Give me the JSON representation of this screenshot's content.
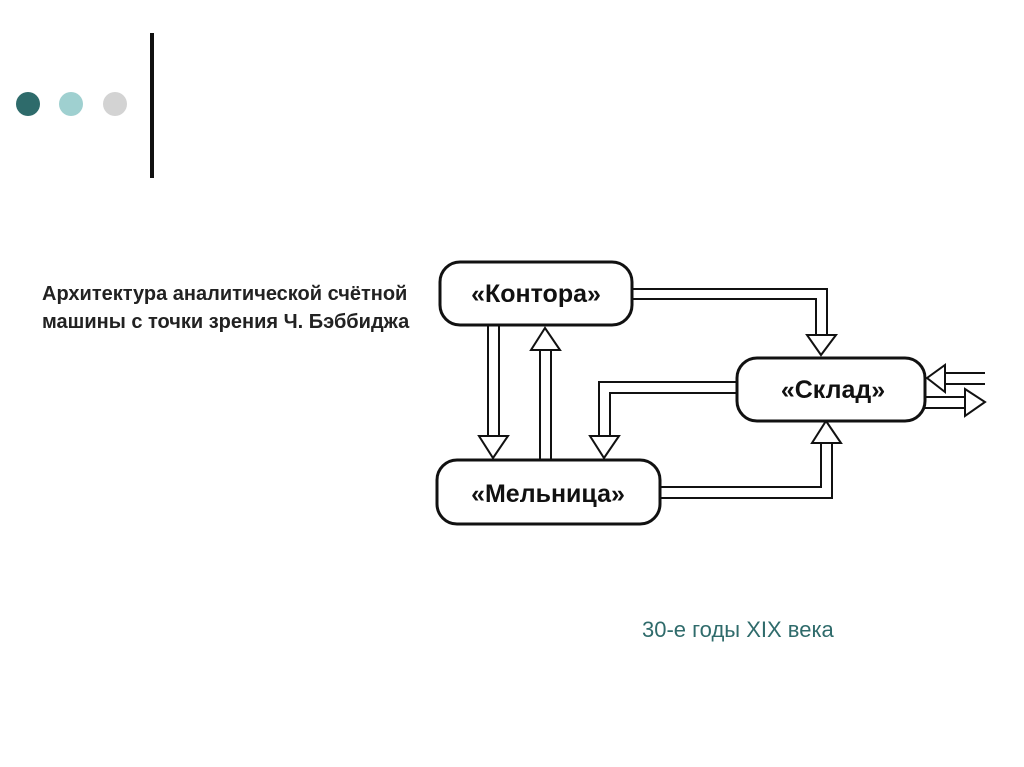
{
  "decor": {
    "dot_colors": [
      "#2e6b6b",
      "#9fd0d0",
      "#d3d3d3"
    ]
  },
  "caption": "Архитектура аналитической счётной машины с точки зрения Ч. Бэббиджа",
  "diagram": {
    "nodes": {
      "office": "«Контора»",
      "store": "«Склад»",
      "mill": "«Мельница»"
    },
    "edges": [
      {
        "from": "office",
        "to": "store"
      },
      {
        "from": "office",
        "to": "mill"
      },
      {
        "from": "mill",
        "to": "office"
      },
      {
        "from": "store",
        "to": "mill"
      },
      {
        "from": "mill",
        "to": "store"
      },
      {
        "from": "external",
        "to": "store"
      },
      {
        "from": "store",
        "to": "external"
      }
    ]
  },
  "footer": "30-е годы XIX века"
}
